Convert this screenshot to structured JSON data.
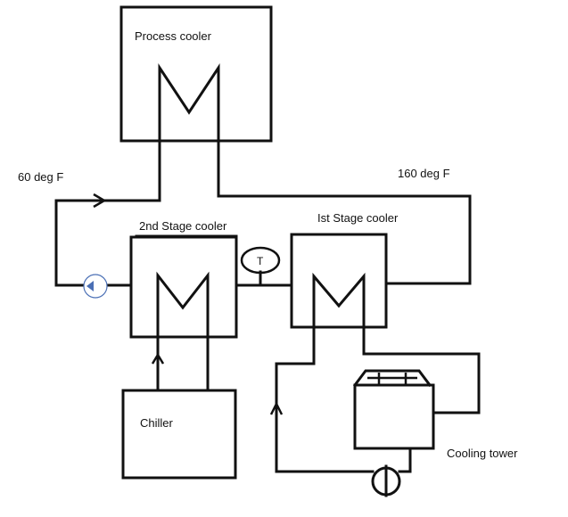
{
  "labels": {
    "process_cooler": "Process cooler",
    "stage2_cooler": "2nd Stage cooler",
    "stage1_cooler": "Ist Stage cooler",
    "chiller": "Chiller",
    "cooling_tower": "Cooling tower",
    "temp_left": "60 deg F",
    "temp_right": "160 deg F",
    "sensor": "T"
  },
  "colors": {
    "line": "#111111",
    "pump_marker": "#4a6fb5",
    "background": "#ffffff"
  }
}
